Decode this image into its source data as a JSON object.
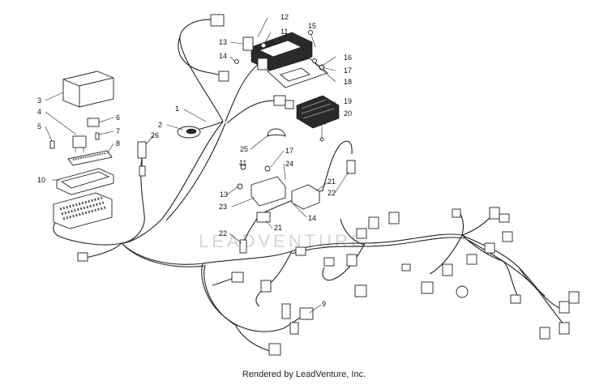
{
  "diagram": {
    "callouts": [
      {
        "id": "c1",
        "text": "1"
      },
      {
        "id": "c2",
        "text": "2"
      },
      {
        "id": "c3",
        "text": "3"
      },
      {
        "id": "c4",
        "text": "4"
      },
      {
        "id": "c5",
        "text": "5"
      },
      {
        "id": "c6",
        "text": "6"
      },
      {
        "id": "c7",
        "text": "7"
      },
      {
        "id": "c8",
        "text": "8"
      },
      {
        "id": "c9",
        "text": "9"
      },
      {
        "id": "c10",
        "text": "10"
      },
      {
        "id": "c11a",
        "text": "11"
      },
      {
        "id": "c11b",
        "text": "11"
      },
      {
        "id": "c12",
        "text": "12"
      },
      {
        "id": "c13a",
        "text": "13"
      },
      {
        "id": "c13b",
        "text": "13"
      },
      {
        "id": "c14a",
        "text": "14"
      },
      {
        "id": "c14b",
        "text": "14"
      },
      {
        "id": "c15",
        "text": "15"
      },
      {
        "id": "c16",
        "text": "16"
      },
      {
        "id": "c17a",
        "text": "17"
      },
      {
        "id": "c17b",
        "text": "17"
      },
      {
        "id": "c18",
        "text": "18"
      },
      {
        "id": "c19",
        "text": "19"
      },
      {
        "id": "c20",
        "text": "20"
      },
      {
        "id": "c21a",
        "text": "21"
      },
      {
        "id": "c21b",
        "text": "21"
      },
      {
        "id": "c22a",
        "text": "22"
      },
      {
        "id": "c22b",
        "text": "22"
      },
      {
        "id": "c23",
        "text": "23"
      },
      {
        "id": "c24",
        "text": "24"
      },
      {
        "id": "c25",
        "text": "25"
      },
      {
        "id": "c26",
        "text": "26"
      }
    ],
    "watermark": "LEADVENTURE"
  },
  "footer": {
    "text": "Rendered by LeadVenture, Inc."
  }
}
